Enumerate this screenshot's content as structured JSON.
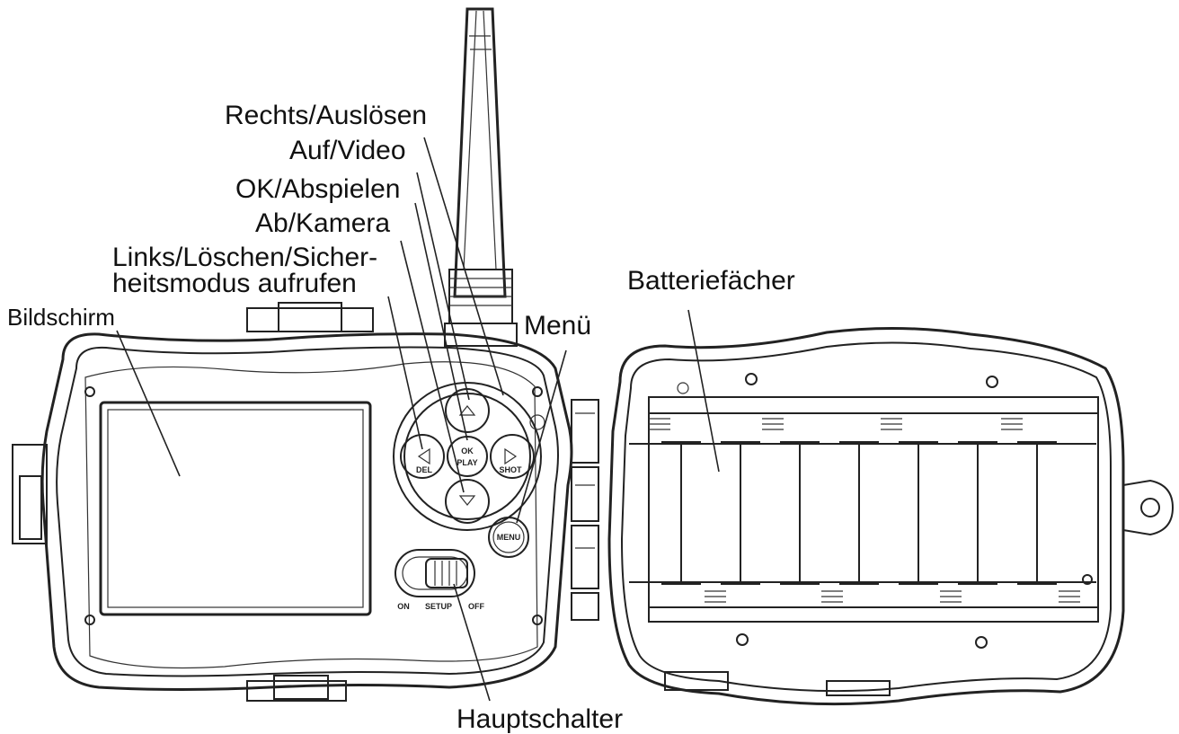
{
  "labels": {
    "rechts": "Rechts/Auslösen",
    "auf": "Auf/Video",
    "ok": "OK/Abspielen",
    "ab": "Ab/Kamera",
    "links_line1": "Links/Löschen/Sicher-",
    "links_line2": "heitsmodus aufrufen",
    "bildschirm": "Bildschirm",
    "menu": "Menü",
    "batterie": "Batteriefächer",
    "hauptschalter": "Hauptschalter"
  },
  "device_marks": {
    "del": "DEL",
    "ok": "OK",
    "play": "PLAY",
    "shot": "SHOT",
    "menu": "MENU",
    "on": "ON",
    "setup": "SETUP",
    "off": "OFF"
  }
}
